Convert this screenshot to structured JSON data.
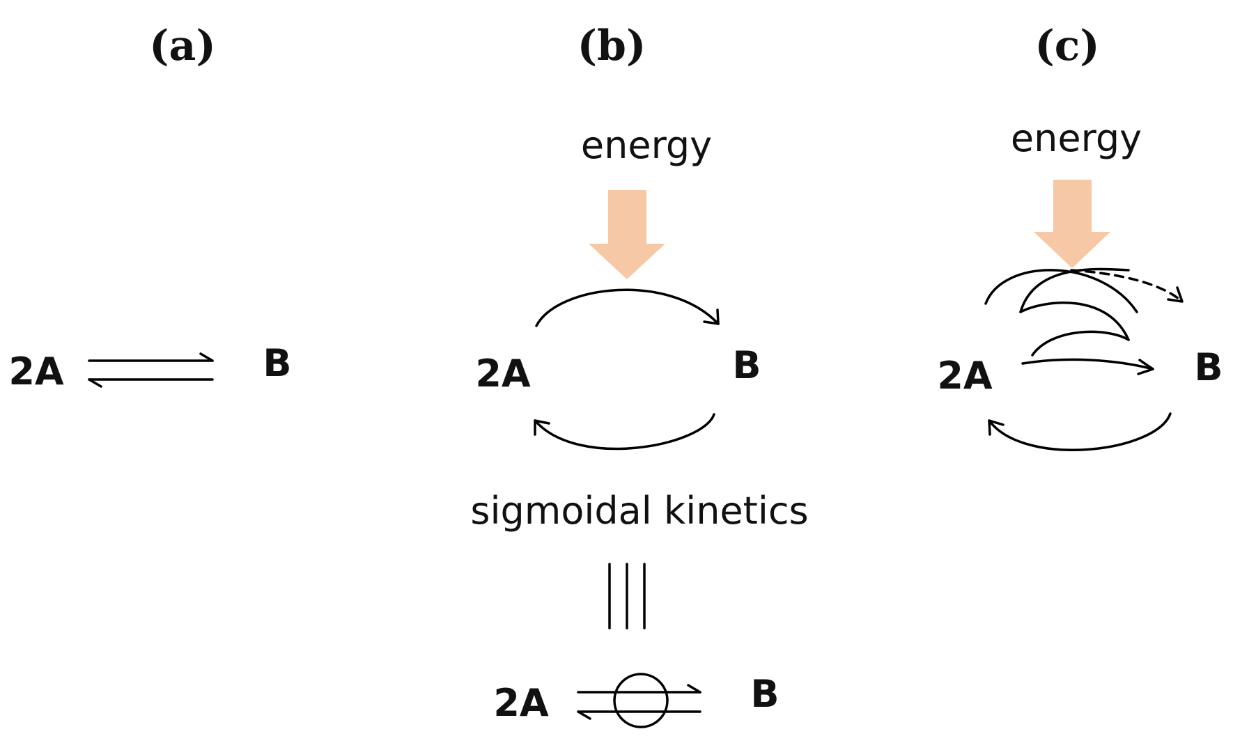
{
  "panels": {
    "a": {
      "label": "(a)",
      "reactant": "2A",
      "product": "B"
    },
    "b": {
      "label": "(b)",
      "energy": "energy",
      "reactant": "2A",
      "product": "B",
      "kinetics": "sigmoidal kinetics",
      "equivalence_symbol": "|||",
      "bottom_reactant": "2A",
      "bottom_product": "B"
    },
    "c": {
      "label": "(c)",
      "energy": "energy",
      "reactant": "2A",
      "product": "B"
    }
  },
  "colors": {
    "energy_arrow": "#f7c8a6",
    "ink": "#000000",
    "background": "#ffffff"
  }
}
